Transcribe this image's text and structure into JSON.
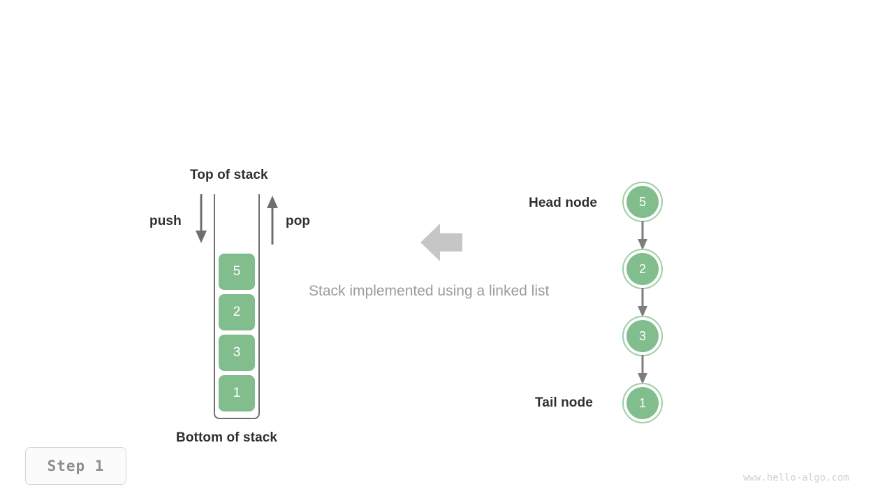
{
  "diagram": {
    "flow_caption": "Stack implemented using a linked list",
    "flow_arrow_icon": "left-block-arrow-icon",
    "accent_green": "#82bd8d",
    "ring_green": "#9ccfa4",
    "arrow_gray": "#6f6f6f",
    "caption_gray": "#9b9b9b"
  },
  "stack": {
    "top_label": "Top of stack",
    "bottom_label": "Bottom of stack",
    "push_label": "push",
    "pop_label": "pop",
    "push_arrow_icon": "arrow-down-icon",
    "pop_arrow_icon": "arrow-up-icon",
    "items": [
      {
        "value": "5"
      },
      {
        "value": "2"
      },
      {
        "value": "3"
      },
      {
        "value": "1"
      }
    ]
  },
  "linked_list": {
    "head_label": "Head node",
    "tail_label": "Tail node",
    "link_arrow_icon": "arrow-down-icon",
    "nodes": [
      {
        "value": "5"
      },
      {
        "value": "2"
      },
      {
        "value": "3"
      },
      {
        "value": "1"
      }
    ]
  },
  "footer": {
    "step_label": "Step  1",
    "watermark": "www.hello-algo.com"
  }
}
